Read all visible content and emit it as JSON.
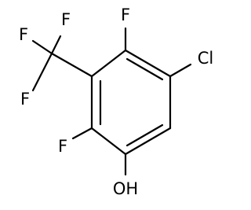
{
  "molecule": {
    "atoms": {
      "f_top": "F",
      "cl": "Cl",
      "cf3_f1": "F",
      "cf3_f2": "F",
      "cf3_f3": "F",
      "f_left": "F",
      "oh": "OH"
    }
  }
}
